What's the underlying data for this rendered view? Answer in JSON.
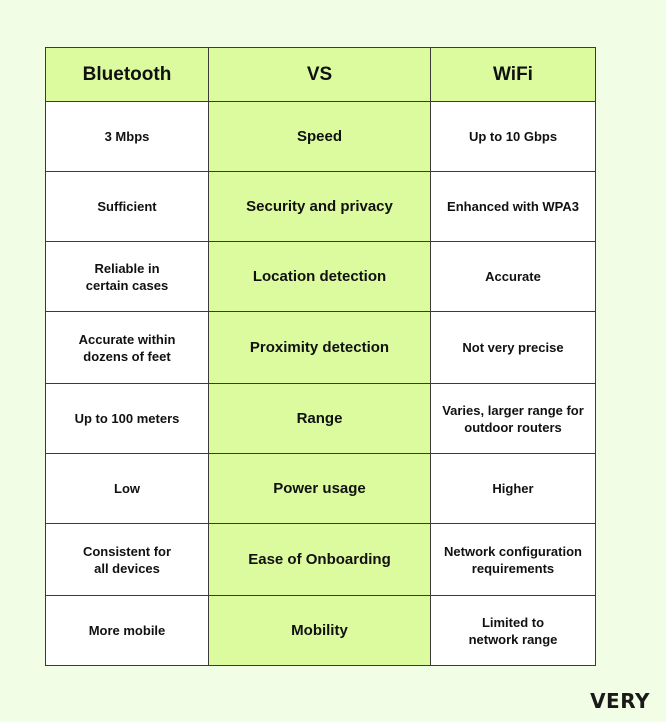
{
  "table": {
    "headers": {
      "left": "Bluetooth",
      "middle": "VS",
      "right": "WiFi"
    },
    "rows": [
      {
        "bluetooth": "3 Mbps",
        "criterion": "Speed",
        "wifi": "Up to 10 Gbps"
      },
      {
        "bluetooth": "Sufficient",
        "criterion": "Security and privacy",
        "wifi": "Enhanced with WPA3"
      },
      {
        "bluetooth": "Reliable in\ncertain cases",
        "criterion": "Location detection",
        "wifi": "Accurate"
      },
      {
        "bluetooth": "Accurate within\ndozens of feet",
        "criterion": "Proximity detection",
        "wifi": "Not very precise"
      },
      {
        "bluetooth": "Up to 100 meters",
        "criterion": "Range",
        "wifi": "Varies, larger range for\noutdoor routers"
      },
      {
        "bluetooth": "Low",
        "criterion": "Power usage",
        "wifi": "Higher"
      },
      {
        "bluetooth": "Consistent for\nall devices",
        "criterion": "Ease of Onboarding",
        "wifi": "Network configuration\nrequirements"
      },
      {
        "bluetooth": "More mobile",
        "criterion": "Mobility",
        "wifi": "Limited to\nnetwork range"
      }
    ]
  },
  "brand": {
    "logo": "VERY"
  },
  "colors": {
    "background": "#f1fde4",
    "accent": "#dbfb9e",
    "cell": "#ffffff",
    "border": "#3a3a3a"
  }
}
